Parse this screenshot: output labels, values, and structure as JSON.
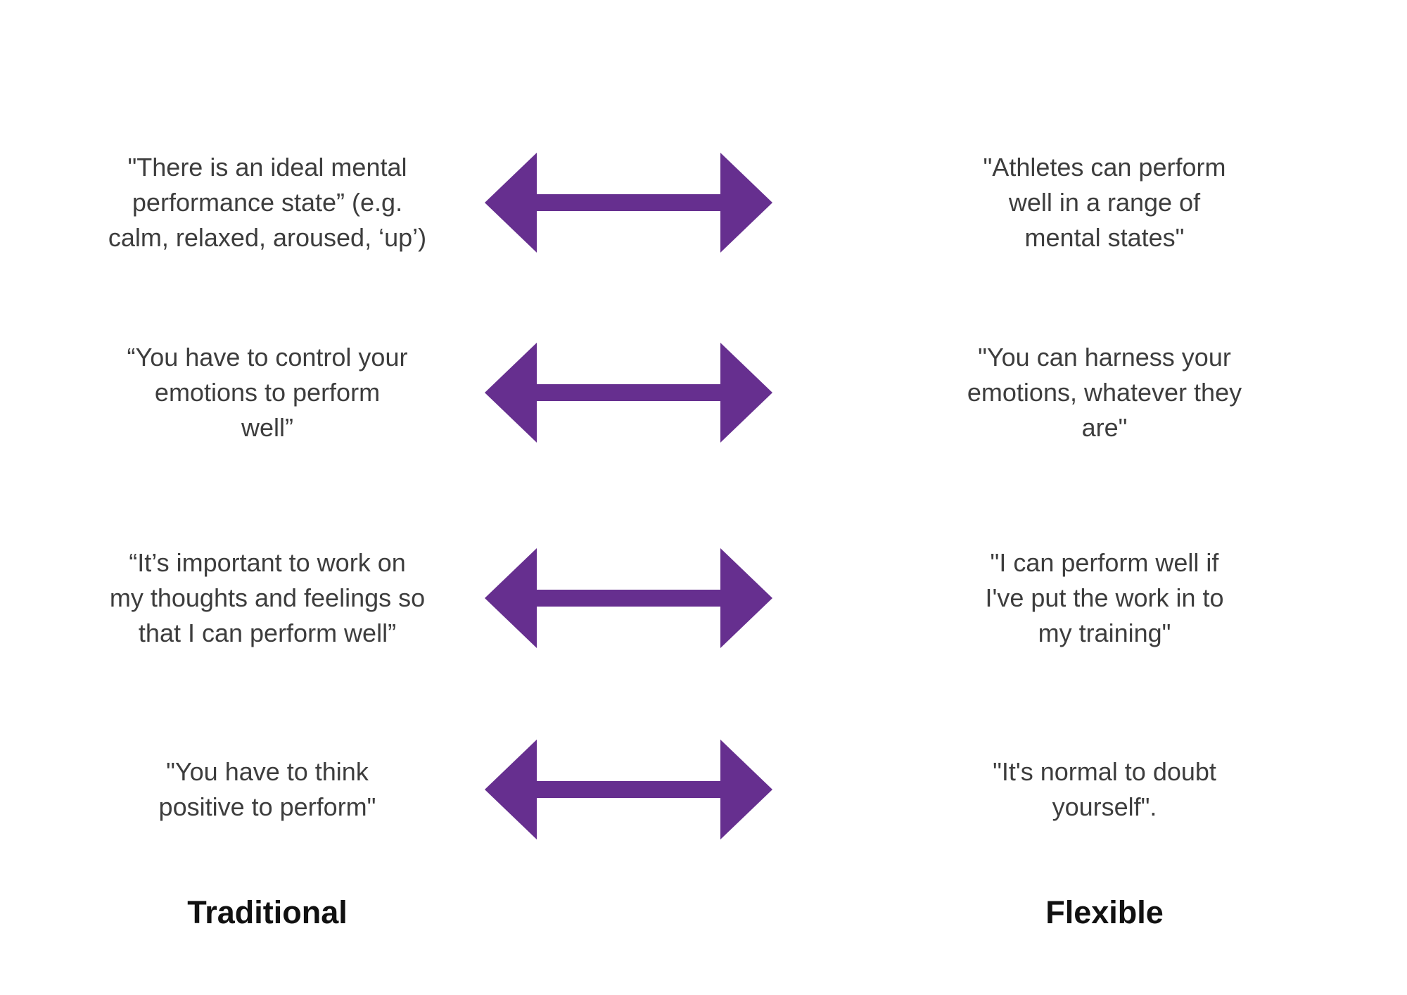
{
  "diagram": {
    "arrow_color": "#662F8F",
    "text_color": "#3D3D3D",
    "label_color": "#111111",
    "rows": [
      {
        "traditional": [
          "\"There is an ideal mental",
          "performance state” (e.g.",
          "calm, relaxed, aroused, ‘up’)"
        ],
        "flexible": [
          "\"Athletes can perform",
          "well in a range of",
          "mental states\""
        ]
      },
      {
        "traditional": [
          "“You have to control your",
          "emotions to perform",
          "well”"
        ],
        "flexible": [
          "\"You can harness your",
          "emotions, whatever they",
          "are\""
        ]
      },
      {
        "traditional": [
          "“It’s important to work on",
          "my thoughts and feelings so",
          "that I can perform well”"
        ],
        "flexible": [
          "\"I can perform well if",
          "I've put the work in to",
          "my training\""
        ]
      },
      {
        "traditional": [
          "\"You have to think",
          "positive to perform\""
        ],
        "flexible": [
          "\"It's normal to doubt",
          "yourself\"."
        ]
      }
    ],
    "footer": {
      "traditional_label": "Traditional",
      "flexible_label": "Flexible"
    }
  }
}
